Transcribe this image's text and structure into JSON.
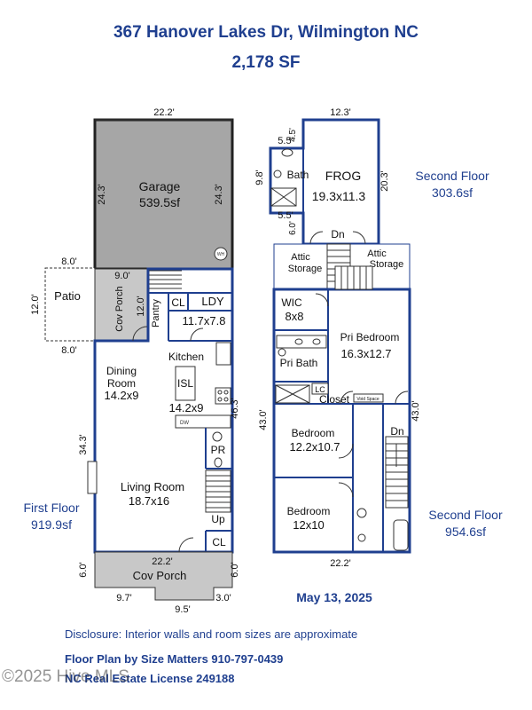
{
  "header": {
    "address": "367 Hanover Lakes Dr, Wilmington NC",
    "total_sf": "2,178 SF"
  },
  "first_floor": {
    "label": "First Floor",
    "sf": "919.9sf",
    "garage": {
      "name": "Garage",
      "area": "539.5sf",
      "width": "22.2'",
      "depth_left": "24.3'",
      "depth_right": "24.3'",
      "wh": "WH"
    },
    "patio": {
      "name": "Patio",
      "top": "8.0'",
      "bottom": "8.0'",
      "side": "12.0'"
    },
    "cov_porch_side": {
      "name": "Cov Porch",
      "top": "9.0'",
      "side": "12.0'"
    },
    "pantry": "Pantry",
    "closet_cl": "CL",
    "laundry": {
      "name": "LDY",
      "size": "11.7x7.8"
    },
    "kitchen": "Kitchen",
    "dining": {
      "name_line1": "Dining",
      "name_line2": "Room",
      "size": "14.2x9"
    },
    "island": {
      "name": "ISL",
      "size": "14.2x9"
    },
    "dw": "DW",
    "powder": "PR",
    "living": {
      "name": "Living Room",
      "size": "18.7x16"
    },
    "stair_up": "Up",
    "closet_cl2": "CL",
    "left_depth": "34.3'",
    "right_depth": "46.3'",
    "front_porch": {
      "name": "Cov Porch",
      "width": "22.2'",
      "side_left": "6.0'",
      "side_right": "6.0'",
      "bottom_left": "9.7'",
      "bottom_mid": "9.5'",
      "bottom_right": "3.0'"
    }
  },
  "second_floor_upper": {
    "label": "Second Floor",
    "sf": "303.6sf",
    "frog": {
      "name": "FROG",
      "size": "19.3x11.3",
      "width": "12.3'",
      "depth": "20.3'"
    },
    "bath": {
      "name": "Bath",
      "top": "5.5'",
      "bottom": "5.5'",
      "side": "9.8'",
      "small_top": "4.5'",
      "small_side": "6.0'"
    },
    "stair_dn": "Dn",
    "attic_left": {
      "line1": "Attic",
      "line2": "Storage"
    },
    "attic_right": {
      "line1": "Attic",
      "line2": "Storage"
    }
  },
  "second_floor_main": {
    "label": "Second Floor",
    "sf": "954.6sf",
    "wic": {
      "name": "WIC",
      "size": "8x8"
    },
    "pri_bedroom": {
      "name": "Pri Bedroom",
      "size": "16.3x12.7"
    },
    "pri_bath": "Pri Bath",
    "lc": "LC",
    "closet": "Closet",
    "void": "Void Space",
    "bedroom1": {
      "name": "Bedroom",
      "size": "12.2x10.7"
    },
    "bedroom2": {
      "name": "Bedroom",
      "size": "12x10"
    },
    "stair_dn": "Dn",
    "left_depth": "43.0'",
    "right_depth": "43.0'",
    "width": "22.2'"
  },
  "date": "May 13, 2025",
  "footer": {
    "disclosure": "Disclosure: Interior walls and room sizes are approximate",
    "company": "Floor Plan by Size Matters 910-797-0439",
    "license": "NC Real Estate License 249188",
    "watermark": "©2025 Hive MLS"
  },
  "colors": {
    "title": "#1f3f8f",
    "wall": "#1f3f8f",
    "garage_fill": "#a6a6a6",
    "porch_fill": "#c8c8c8"
  }
}
